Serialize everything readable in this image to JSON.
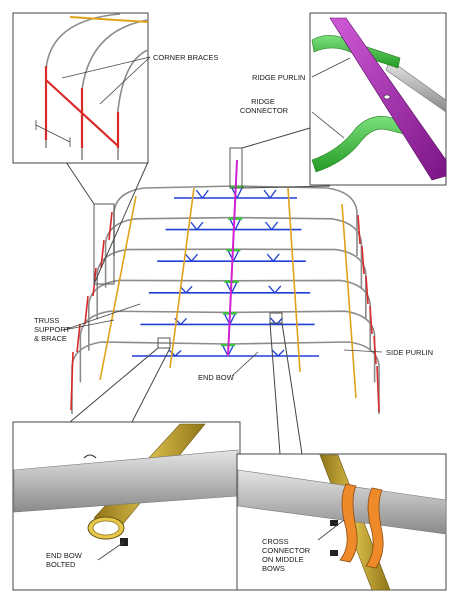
{
  "labels": {
    "corner_braces": "CORNER BRACES",
    "ridge_purlin": "RIDGE PURLIN",
    "ridge_connector": [
      "RIDGE",
      "CONNECTOR"
    ],
    "truss_support": [
      "TRUSS",
      "SUPPORT",
      "& BRACE"
    ],
    "side_purlin": "SIDE PURLIN",
    "end_bow": "END BOW",
    "end_bow_bolted": [
      "END BOW",
      "BOLTED"
    ],
    "cross_connector": [
      "CROSS",
      "CONNECTOR",
      "ON MIDDLE",
      "BOWS"
    ]
  },
  "colors": {
    "bow": "#8c8c8c",
    "truss": "#1f3fd6",
    "ridge_purlin": "#d11fd1",
    "side_purlin": "#e0a21a",
    "corner_brace": "#d92a2a",
    "ridge_connector": "#3cc23c",
    "purlin_detail": "#9b1fa8",
    "connector_detail": "#e0781f",
    "tube_gold": "#b8982a"
  }
}
